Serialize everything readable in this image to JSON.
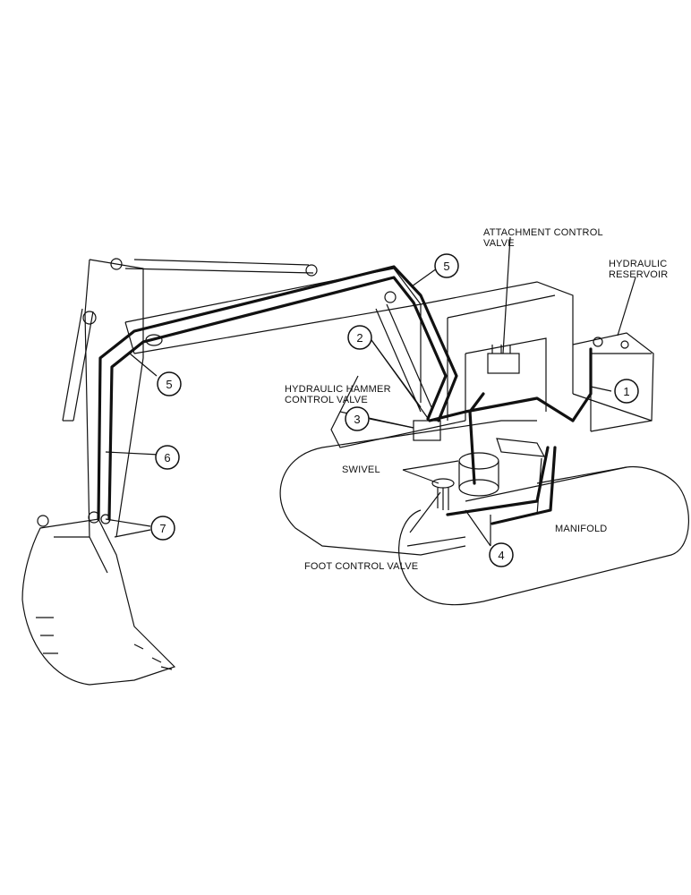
{
  "labels": {
    "attachment_control_valve_line1": "ATTACHMENT CONTROL",
    "attachment_control_valve_line2": "VALVE",
    "hydraulic_reservoir_line1": "HYDRAULIC",
    "hydraulic_reservoir_line2": "RESERVOIR",
    "hydraulic_hammer_control_valve_line1": "HYDRAULIC HAMMER",
    "hydraulic_hammer_control_valve_line2": "CONTROL VALVE",
    "swivel": "SWIVEL",
    "manifold": "MANIFOLD",
    "foot_control_valve": "FOOT CONTROL VALVE"
  },
  "callouts": {
    "c1": "1",
    "c2": "2",
    "c3": "3",
    "c4": "4",
    "c5_top": "5",
    "c5_boom": "5",
    "c6": "6",
    "c7": "7"
  },
  "colors": {
    "ink": "#111111",
    "paper": "#ffffff"
  }
}
